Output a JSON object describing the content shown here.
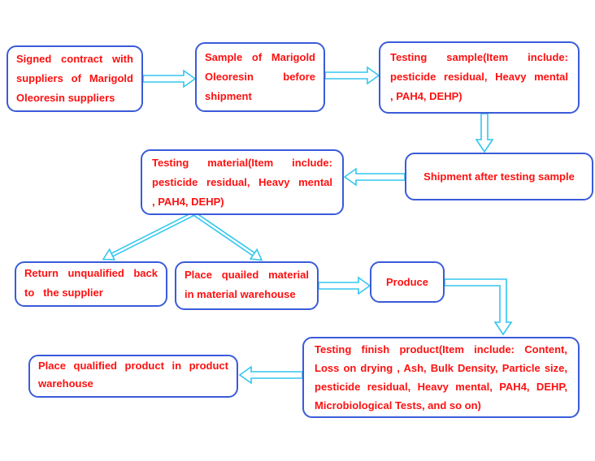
{
  "diagram": {
    "colors": {
      "background": "#ffffff",
      "box_border": "#3a5bd9",
      "text": "#ff1010",
      "arrow": "#33c6f0"
    },
    "boxes": {
      "signed_contract": {
        "lines": [
          "Signed contract with",
          "suppliers of Marigold",
          "Oleoresin suppliers"
        ]
      },
      "sample_before_shipment": {
        "lines": [
          "Sample of Marigold",
          "Oleoresin before",
          "shipment"
        ]
      },
      "testing_sample": {
        "lines": [
          "Testing sample(Item include:",
          "pesticide residual, Heavy mental",
          ", PAH4, DEHP)"
        ]
      },
      "shipment_after_testing": {
        "lines": [
          "Shipment after testing sample"
        ]
      },
      "testing_material": {
        "lines": [
          "Testing material(Item include:",
          "pesticide residual, Heavy mental",
          ", PAH4, DEHP)"
        ]
      },
      "return_unqualified": {
        "lines": [
          "Return unqualified back",
          "to   the supplier"
        ]
      },
      "place_material": {
        "lines": [
          "Place quailed material",
          "in material warehouse"
        ]
      },
      "produce": {
        "lines": [
          "Produce"
        ]
      },
      "testing_finish_product": {
        "lines": [
          "Testing finish product(Item include: Content,",
          "Loss on drying , Ash, Bulk Density, Particle size,",
          "pesticide residual, Heavy mental, PAH4, DEHP,",
          "Microbiological Tests, and so on)"
        ]
      },
      "place_product": {
        "lines": [
          "Place qualified product in product",
          "warehouse"
        ]
      }
    },
    "connections": [
      {
        "from": "signed_contract",
        "to": "sample_before_shipment",
        "style": "block-arrow-right"
      },
      {
        "from": "sample_before_shipment",
        "to": "testing_sample",
        "style": "block-arrow-right"
      },
      {
        "from": "testing_sample",
        "to": "shipment_after_testing",
        "style": "block-arrow-down"
      },
      {
        "from": "shipment_after_testing",
        "to": "testing_material",
        "style": "block-arrow-left"
      },
      {
        "from": "testing_material",
        "to": "return_unqualified",
        "style": "line-arrow-diagonal"
      },
      {
        "from": "testing_material",
        "to": "place_material",
        "style": "line-arrow-diagonal"
      },
      {
        "from": "place_material",
        "to": "produce",
        "style": "block-arrow-right"
      },
      {
        "from": "produce",
        "to": "testing_finish_product",
        "style": "block-arrow-elbow-down"
      },
      {
        "from": "testing_finish_product",
        "to": "place_product",
        "style": "block-arrow-left"
      }
    ]
  }
}
